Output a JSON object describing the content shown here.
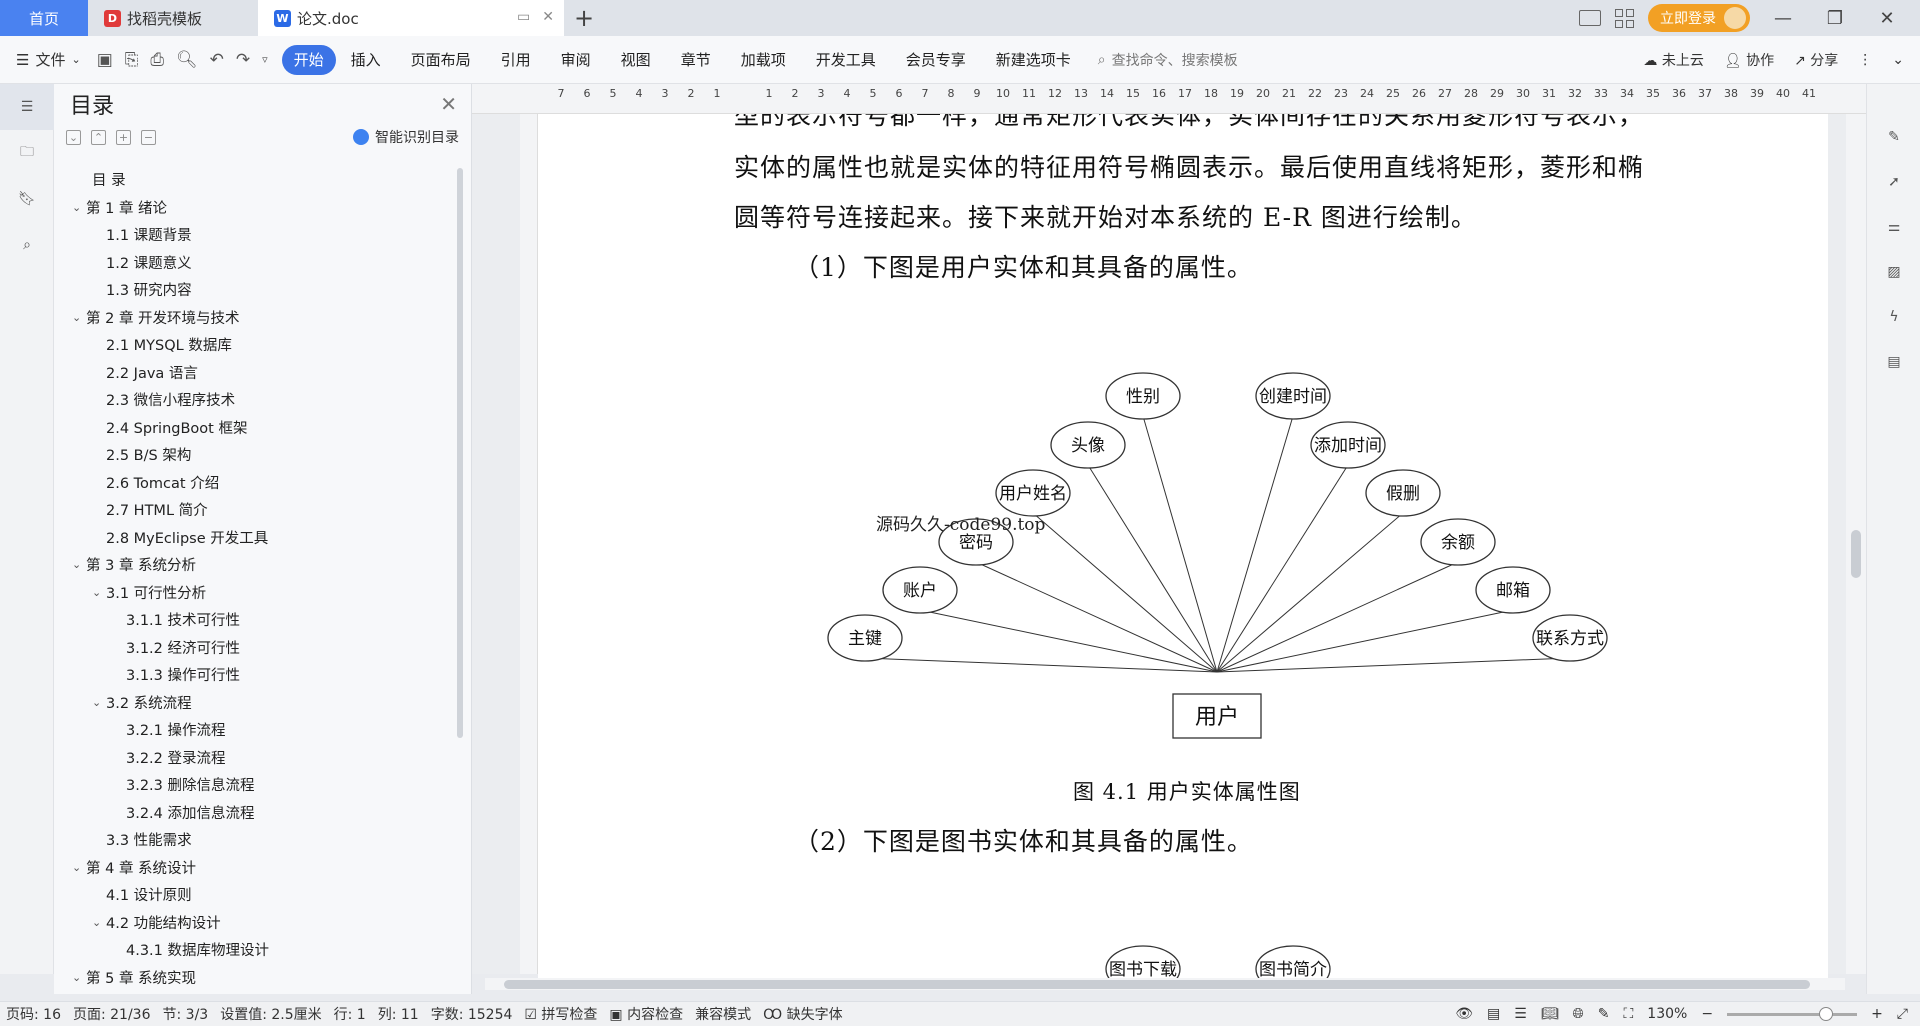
{
  "titlebar": {
    "tabs": [
      "首页",
      "找稻壳模板",
      "论文.doc"
    ],
    "login": "立即登录"
  },
  "ribbon": {
    "file_menu": "文件",
    "tabs": [
      "开始",
      "插入",
      "页面布局",
      "引用",
      "审阅",
      "视图",
      "章节",
      "加载项",
      "开发工具",
      "会员专享",
      "新建选项卡"
    ],
    "search_placeholder": "查找命令、搜索模板",
    "right": [
      "未上云",
      "协作",
      "分享"
    ]
  },
  "toc": {
    "title": "目录",
    "smart_label": "智能识别目录",
    "items": [
      {
        "text": "目  录",
        "level": 0,
        "caret": ""
      },
      {
        "text": "第 1 章  绪论",
        "level": 0,
        "caret": "v"
      },
      {
        "text": "1.1  课题背景",
        "level": 1,
        "caret": ""
      },
      {
        "text": "1.2  课题意义",
        "level": 1,
        "caret": ""
      },
      {
        "text": "1.3  研究内容",
        "level": 1,
        "caret": ""
      },
      {
        "text": "第 2 章  开发环境与技术",
        "level": 0,
        "caret": "v"
      },
      {
        "text": "2.1 MYSQL 数据库",
        "level": 1,
        "caret": ""
      },
      {
        "text": "2.2 Java 语言",
        "level": 1,
        "caret": ""
      },
      {
        "text": "2.3  微信小程序技术",
        "level": 1,
        "caret": ""
      },
      {
        "text": "2.4 SpringBoot 框架",
        "level": 1,
        "caret": ""
      },
      {
        "text": "2.5 B/S 架构",
        "level": 1,
        "caret": ""
      },
      {
        "text": "2.6 Tomcat  介绍",
        "level": 1,
        "caret": ""
      },
      {
        "text": "2.7 HTML 简介",
        "level": 1,
        "caret": ""
      },
      {
        "text": "2.8 MyEclipse 开发工具",
        "level": 1,
        "caret": ""
      },
      {
        "text": "第 3 章  系统分析",
        "level": 0,
        "caret": "v"
      },
      {
        "text": "3.1  可行性分析",
        "level": 1,
        "caret": "v"
      },
      {
        "text": "3.1.1  技术可行性",
        "level": 2,
        "caret": ""
      },
      {
        "text": "3.1.2  经济可行性",
        "level": 2,
        "caret": ""
      },
      {
        "text": "3.1.3  操作可行性",
        "level": 2,
        "caret": ""
      },
      {
        "text": "3.2  系统流程",
        "level": 1,
        "caret": "v"
      },
      {
        "text": "3.2.1  操作流程",
        "level": 2,
        "caret": ""
      },
      {
        "text": "3.2.2  登录流程",
        "level": 2,
        "caret": ""
      },
      {
        "text": "3.2.3  删除信息流程",
        "level": 2,
        "caret": ""
      },
      {
        "text": "3.2.4  添加信息流程",
        "level": 2,
        "caret": ""
      },
      {
        "text": "3.3  性能需求",
        "level": 1,
        "caret": ""
      },
      {
        "text": "第 4 章  系统设计",
        "level": 0,
        "caret": "v"
      },
      {
        "text": "4.1  设计原则",
        "level": 1,
        "caret": ""
      },
      {
        "text": "4.2  功能结构设计",
        "level": 1,
        "caret": "v"
      },
      {
        "text": "4.3.1  数据库物理设计",
        "level": 2,
        "caret": ""
      },
      {
        "text": "第 5 章  系统实现",
        "level": 0,
        "caret": "v"
      }
    ]
  },
  "ruler": {
    "numbers": [
      "7",
      "6",
      "5",
      "4",
      "3",
      "2",
      "1",
      "",
      "1",
      "2",
      "3",
      "4",
      "5",
      "6",
      "7",
      "8",
      "9",
      "10",
      "11",
      "12",
      "13",
      "14",
      "15",
      "16",
      "17",
      "18",
      "19",
      "20",
      "21",
      "22",
      "23",
      "24",
      "25",
      "26",
      "27",
      "28",
      "29",
      "30",
      "31",
      "32",
      "33",
      "34",
      "35",
      "36",
      "37",
      "38",
      "39",
      "40",
      "41"
    ]
  },
  "document": {
    "line0": "型的表示符号都一样，通常矩形代表实体，实体间存在的关系用菱形符号表示，",
    "line1": "实体的属性也就是实体的特征用符号椭圆表示。最后使用直线将矩形，菱形和椭",
    "line2": "圆等符号连接起来。接下来就开始对本系统的 E-R 图进行绘制。",
    "line3": "（1）下图是用户实体和其具备的属性。",
    "caption": "图 4.1  用户实体属性图",
    "line4": "（2）下图是图书实体和其具备的属性。",
    "watermark": "源码久久-code99.top",
    "er1": {
      "entity": "用户",
      "attributes": [
        "主键",
        "账户",
        "密码",
        "用户姓名",
        "头像",
        "性别",
        "创建时间",
        "添加时间",
        "假删",
        "余额",
        "邮箱",
        "联系方式"
      ]
    },
    "er2_attributes": [
      "图书下载",
      "图书简介"
    ]
  },
  "statusbar": {
    "page_code": "页码: 16",
    "pages": "页面: 21/36",
    "section": "节: 3/3",
    "setting": "设置值: 2.5厘米",
    "row": "行: 1",
    "col": "列: 11",
    "words": "字数: 15254",
    "spell": "拼写检查",
    "content": "内容检查",
    "compat": "兼容模式",
    "font_missing": "缺失字体",
    "zoom": "130%"
  },
  "colors": {
    "accent": "#3b73e6",
    "home_tab": "#4a82f0",
    "login": "#f2a024"
  }
}
